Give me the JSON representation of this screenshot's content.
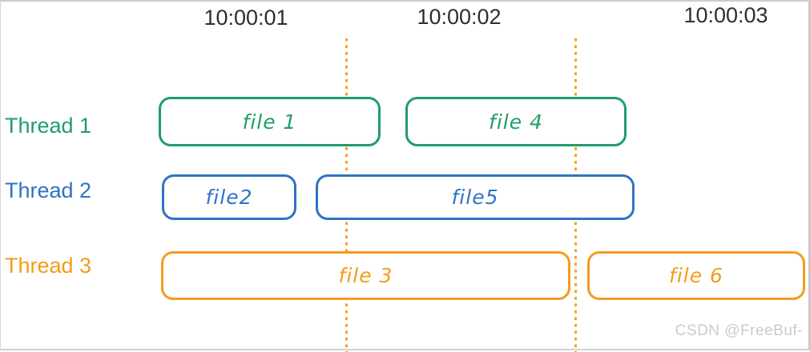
{
  "timestamps": [
    "10:00:01",
    "10:00:02",
    "10:00:03"
  ],
  "threads": [
    {
      "label": "Thread 1",
      "color": "#1f9e68"
    },
    {
      "label": "Thread 2",
      "color": "#2e73c4"
    },
    {
      "label": "Thread 3",
      "color": "#f49c1b"
    }
  ],
  "tasks": [
    {
      "label": "file 1",
      "thread": "Thread 1",
      "color": "#1f9e68"
    },
    {
      "label": "file 4",
      "thread": "Thread 1",
      "color": "#1f9e68"
    },
    {
      "label": "file2",
      "thread": "Thread 2",
      "color": "#2e73c4"
    },
    {
      "label": "file5",
      "thread": "Thread 2",
      "color": "#2e73c4"
    },
    {
      "label": "file 3",
      "thread": "Thread 3",
      "color": "#f49c1b"
    },
    {
      "label": "file 6",
      "thread": "Thread 3",
      "color": "#f49c1b"
    }
  ],
  "gridlines": {
    "count": 2,
    "style": "dotted-vertical",
    "color": "#f2a31c"
  },
  "colors": {
    "timestamp_text": "#2e2e2e",
    "background": "#ffffff",
    "watermark": "#cbcbcb"
  },
  "watermark": "CSDN @FreeBuf-"
}
